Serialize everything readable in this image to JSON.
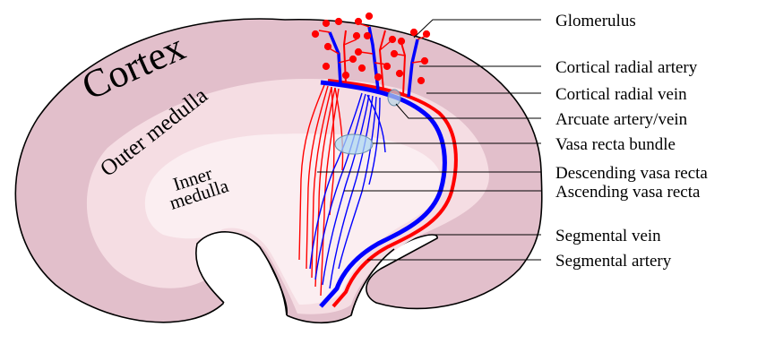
{
  "regions": {
    "cortex": "Cortex",
    "outer_medulla": "Outer medulla",
    "inner_medulla_line1": "Inner",
    "inner_medulla_line2": "medulla"
  },
  "callouts": [
    {
      "id": "glomerulus",
      "label": "Glomerulus"
    },
    {
      "id": "cortical-radial-artery",
      "label": "Cortical radial artery"
    },
    {
      "id": "cortical-radial-vein",
      "label": "Cortical radial vein"
    },
    {
      "id": "arcuate-artery-vein",
      "label": "Arcuate artery/vein"
    },
    {
      "id": "vasa-recta-bundle",
      "label": "Vasa recta bundle"
    },
    {
      "id": "descending-vasa-recta",
      "label": "Descending vasa recta"
    },
    {
      "id": "ascending-vasa-recta",
      "label": "Ascending vasa recta"
    },
    {
      "id": "segmental-vein",
      "label": "Segmental vein"
    },
    {
      "id": "segmental-artery",
      "label": "Segmental artery"
    }
  ],
  "colors": {
    "cortex": "#e2bfcb",
    "outer_medulla": "#f5dde3",
    "inner_medulla": "#fbeef1",
    "artery": "#ff0000",
    "vein": "#0000ff",
    "bundle": "#add8f0"
  }
}
